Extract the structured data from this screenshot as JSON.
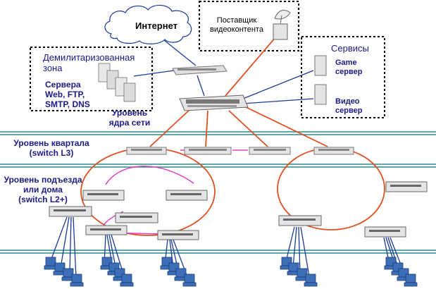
{
  "labels": {
    "internet": "Интернет",
    "provider_line1": "Поставщик",
    "provider_line2": "видеоконтента",
    "dmz_line1": "Демилитаризованная",
    "dmz_line2": "зона",
    "servers_line1": "Сервера",
    "servers_line2": "Web, FTP,",
    "servers_line3": "SMTP, DNS",
    "core_line1": "Уровень",
    "core_line2": "ядра сети",
    "services_title": "Сервисы",
    "game_line1": "Game",
    "game_line2": "сервер",
    "video_line1": "Видео",
    "video_line2": "сервер",
    "district_line1": "Уровень квартала",
    "district_line2": "(switch L3)",
    "access_line1": "Уровень подъезда",
    "access_line2": "или дома",
    "access_line3": "(switch L2+)"
  },
  "colors": {
    "level_line": "#2a8a8a",
    "ring_line": "#e05020",
    "uplink_line": "#e05020",
    "magenta_link": "#e040c0",
    "blue_link": "#1a3a9a",
    "text": "#1a1a8c",
    "device": "#e6e6e6",
    "pc": "#3d6fb8"
  }
}
